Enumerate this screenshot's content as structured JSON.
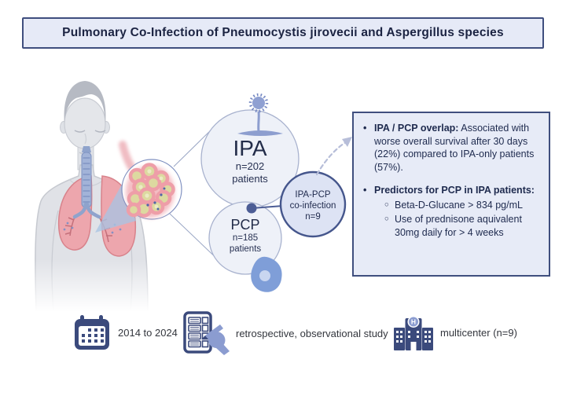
{
  "title": "Pulmonary Co-Infection of Pneumocystis jirovecii and Aspergillus species",
  "venn": {
    "ipa": {
      "name": "IPA",
      "n": "n=202",
      "unit": "patients"
    },
    "pcp": {
      "name": "PCP",
      "n": "n=185",
      "unit": "patients"
    },
    "overlap": {
      "line1": "IPA-PCP",
      "line2": "co-infection",
      "line3": "n=9"
    }
  },
  "findings": {
    "bullet1_label": "IPA / PCP overlap:",
    "bullet1_text": " Associated with worse overall survival after 30 days (22%) compared to IPA-only patients (57%).",
    "bullet2_label": "Predictors for PCP in IPA patients:",
    "bullet2_items": [
      "Beta-D-Glucane > 834 pg/mL",
      "Use of prednisone aquivalent 30mg daily for > 4 weeks"
    ]
  },
  "study": {
    "period": "2014 to 2024",
    "design": "retrospective, observational study",
    "setting": "multicenter (n=9)",
    "hospital_letter": "H"
  },
  "colors": {
    "accent_navy": "#3f4e7e",
    "panel_fill": "#e7ebf7",
    "circle_fill": "#eef1f8",
    "circle_stroke": "#a8b2ce",
    "overlap_fill": "#dde3f4",
    "overlap_stroke": "#45568c",
    "icon_navy": "#3b4a7c",
    "icon_periwinkle": "#8b9cd0",
    "arrow_dash": "#b7bed9"
  },
  "icons": {
    "period": "calendar-icon",
    "design": "clipboard-pen-icon",
    "setting": "hospital-icon",
    "ipa_organism": "aspergillus-icon",
    "pcp_organism": "pneumocystis-icon"
  }
}
